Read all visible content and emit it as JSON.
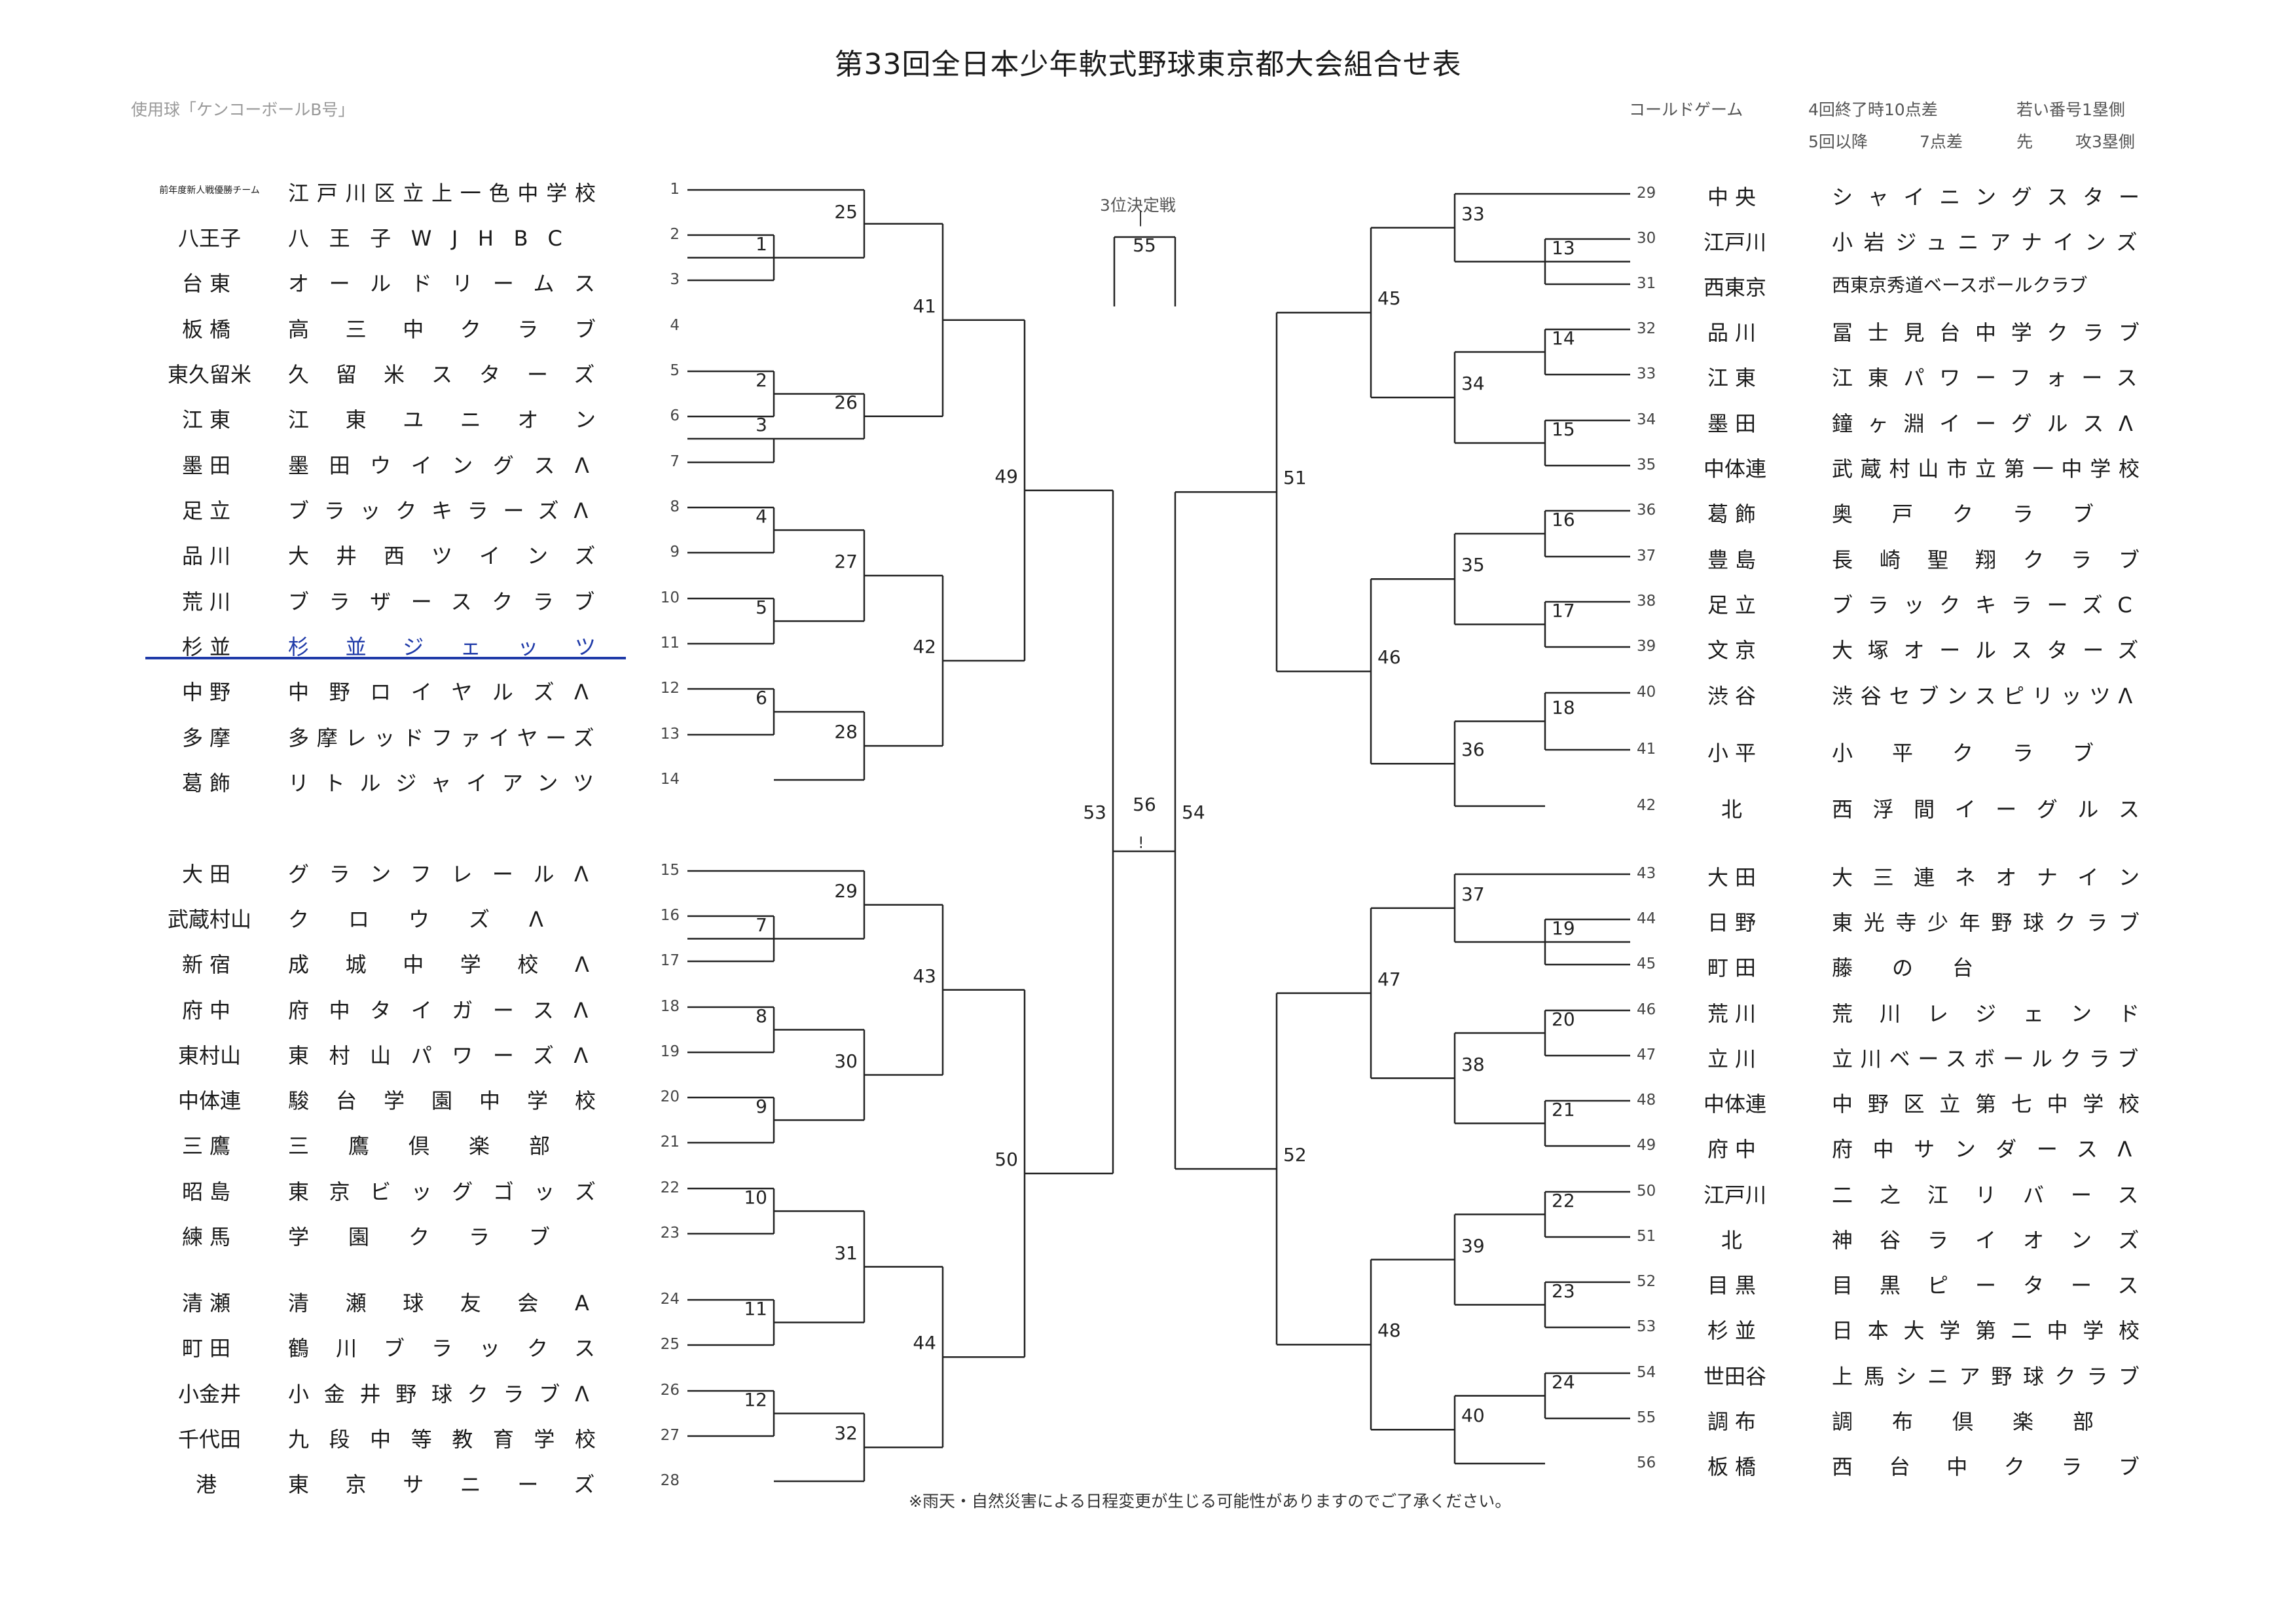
{
  "title": "第33回全日本少年軟式野球東京都大会組合せ表",
  "ball_note": "使用球「ケンコーボールB号」",
  "rules": {
    "label": "コールドゲーム",
    "r1_a": "4回終了時10点差",
    "r1_b": "若い番号1塁側",
    "r2_a": "5回以降",
    "r2_b": "7点差",
    "r2_c": "先",
    "r2_d": "攻3塁側"
  },
  "third_place_label": "3位決定戦",
  "footer": "※雨天・自然災害による日程変更が生じる可能性がありますのでご了承ください。",
  "left_entries": [
    {
      "slot": "1",
      "district": "前年度新人戦優勝チーム",
      "team": "江戸川区立上一色中学校"
    },
    {
      "slot": "2",
      "district": "八王子",
      "team": "八王子WJHBC"
    },
    {
      "slot": "3",
      "district": "台東",
      "team": "オールドリームス"
    },
    {
      "slot": "4",
      "district": "板橋",
      "team": "高三中クラブ"
    },
    {
      "slot": "5",
      "district": "東久留米",
      "team": "久留米スターズ"
    },
    {
      "slot": "6",
      "district": "江東",
      "team": "江東ユニオン"
    },
    {
      "slot": "7",
      "district": "墨田",
      "team": "墨田ウイングスΛ"
    },
    {
      "slot": "8",
      "district": "足立",
      "team": "ブラックキラーズΛ"
    },
    {
      "slot": "9",
      "district": "品川",
      "team": "大井西ツインズ"
    },
    {
      "slot": "10",
      "district": "荒川",
      "team": "ブラザースクラブ"
    },
    {
      "slot": "11",
      "district": "杉並",
      "team": "杉並ジェッツ"
    },
    {
      "slot": "12",
      "district": "中野",
      "team": "中野ロイヤルズΛ"
    },
    {
      "slot": "13",
      "district": "多摩",
      "team": "多摩レッドファイヤーズ"
    },
    {
      "slot": "14",
      "district": "葛飾",
      "team": "リトルジャイアンツ"
    },
    {
      "slot": "15",
      "district": "大田",
      "team": "グランフレールΛ"
    },
    {
      "slot": "16",
      "district": "武蔵村山",
      "team": "クロウズΛ"
    },
    {
      "slot": "17",
      "district": "新宿",
      "team": "成城中学校Λ"
    },
    {
      "slot": "18",
      "district": "府中",
      "team": "府中タイガースΛ"
    },
    {
      "slot": "19",
      "district": "東村山",
      "team": "東村山パワーズΛ"
    },
    {
      "slot": "20",
      "district": "中体連",
      "team": "駿台学園中学校"
    },
    {
      "slot": "21",
      "district": "三鷹",
      "team": "三鷹倶楽部"
    },
    {
      "slot": "22",
      "district": "昭島",
      "team": "東京ビッグゴッズ"
    },
    {
      "slot": "23",
      "district": "練馬",
      "team": "学園クラブ"
    },
    {
      "slot": "24",
      "district": "清瀬",
      "team": "清瀬球友会A"
    },
    {
      "slot": "25",
      "district": "町田",
      "team": "鶴川ブラックス"
    },
    {
      "slot": "26",
      "district": "小金井",
      "team": "小金井野球クラブΛ"
    },
    {
      "slot": "27",
      "district": "千代田",
      "team": "九段中等教育学校"
    },
    {
      "slot": "28",
      "district": "港",
      "team": "東京サニーズ"
    }
  ],
  "right_entries": [
    {
      "slot": "29",
      "district": "中央",
      "team": "シャイニングスター"
    },
    {
      "slot": "30",
      "district": "江戸川",
      "team": "小岩ジュニアナインズ"
    },
    {
      "slot": "31",
      "district": "西東京",
      "team": "西東京秀道ベースボールクラブ"
    },
    {
      "slot": "32",
      "district": "品川",
      "team": "冨士見台中学クラブ"
    },
    {
      "slot": "33",
      "district": "江東",
      "team": "江東パワーフォース"
    },
    {
      "slot": "34",
      "district": "墨田",
      "team": "鐘ヶ淵イーグルスΛ"
    },
    {
      "slot": "35",
      "district": "中体連",
      "team": "武蔵村山市立第一中学校"
    },
    {
      "slot": "36",
      "district": "葛飾",
      "team": "奥戸クラブ"
    },
    {
      "slot": "37",
      "district": "豊島",
      "team": "長崎聖翔クラブ"
    },
    {
      "slot": "38",
      "district": "足立",
      "team": "ブラックキラーズC"
    },
    {
      "slot": "39",
      "district": "文京",
      "team": "大塚オールスターズ"
    },
    {
      "slot": "40",
      "district": "渋谷",
      "team": "渋谷セブンスピリッツΛ"
    },
    {
      "slot": "41",
      "district": "小平",
      "team": "小平クラブ"
    },
    {
      "slot": "42",
      "district": "北",
      "team": "西浮間イーグルス"
    },
    {
      "slot": "43",
      "district": "大田",
      "team": "大三連ネオナイン"
    },
    {
      "slot": "44",
      "district": "日野",
      "team": "東光寺少年野球クラブ"
    },
    {
      "slot": "45",
      "district": "町田",
      "team": "藤の台"
    },
    {
      "slot": "46",
      "district": "荒川",
      "team": "荒川レジェンド"
    },
    {
      "slot": "47",
      "district": "立川",
      "team": "立川ベースボールクラブ"
    },
    {
      "slot": "48",
      "district": "中体連",
      "team": "中野区立第七中学校"
    },
    {
      "slot": "49",
      "district": "府中",
      "team": "府中サンダースΛ"
    },
    {
      "slot": "50",
      "district": "江戸川",
      "team": "二之江リバース"
    },
    {
      "slot": "51",
      "district": "北",
      "team": "神谷ライオンズ"
    },
    {
      "slot": "52",
      "district": "目黒",
      "team": "目黒ピータース"
    },
    {
      "slot": "53",
      "district": "杉並",
      "team": "日本大学第二中学校"
    },
    {
      "slot": "54",
      "district": "世田谷",
      "team": "上馬シニア野球クラブ"
    },
    {
      "slot": "55",
      "district": "調布",
      "team": "調布倶楽部"
    },
    {
      "slot": "56",
      "district": "板橋",
      "team": "西台中クラブ"
    }
  ],
  "match_numbers": {
    "m1": "1",
    "m2": "2",
    "m3": "3",
    "m4": "4",
    "m5": "5",
    "m6": "6",
    "m7": "7",
    "m8": "8",
    "m9": "9",
    "m10": "10",
    "m11": "11",
    "m12": "12",
    "m13": "13",
    "m14": "14",
    "m15": "15",
    "m16": "16",
    "m17": "17",
    "m18": "18",
    "m19": "19",
    "m20": "20",
    "m21": "21",
    "m22": "22",
    "m23": "23",
    "m24": "24",
    "m25": "25",
    "m26": "26",
    "m27": "27",
    "m28": "28",
    "m29": "29",
    "m30": "30",
    "m31": "31",
    "m32": "32",
    "m33": "33",
    "m34": "34",
    "m35": "35",
    "m36": "36",
    "m37": "37",
    "m38": "38",
    "m39": "39",
    "m40": "40",
    "m41": "41",
    "m42": "42",
    "m43": "43",
    "m44": "44",
    "m45": "45",
    "m46": "46",
    "m47": "47",
    "m48": "48",
    "m49": "49",
    "m50": "50",
    "m51": "51",
    "m52": "52",
    "m53": "53",
    "m54": "54",
    "m55": "55",
    "m56": "56"
  },
  "colors": {
    "ink": "#222222",
    "highlight": "#1f3aa8",
    "faint": "#999999"
  }
}
